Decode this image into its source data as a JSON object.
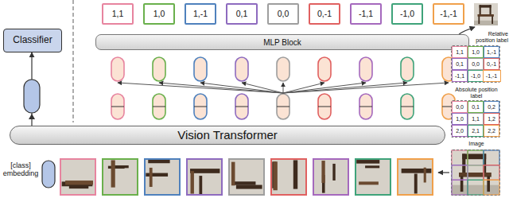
{
  "diagram": {
    "nodes": [
      {
        "text": [
          "Classifier"
        ]
      },
      {
        "text": [
          "1,1"
        ]
      },
      {
        "text": [
          "1,0"
        ]
      },
      {
        "text": [
          "1,-1"
        ]
      },
      {
        "text": [
          "0,1"
        ]
      },
      {
        "text": [
          "0,0"
        ]
      },
      {
        "text": [
          "0,-1"
        ]
      },
      {
        "text": [
          "-1,1"
        ]
      },
      {
        "text": [
          "-1,0"
        ]
      },
      {
        "text": [
          "-1,-1"
        ]
      },
      {
        "text": [
          "MLP Block"
        ]
      },
      {
        "text": [
          "Relative position label"
        ]
      },
      {
        "text": [
          "1,1"
        ],
        "in": 11
      },
      {
        "text": [
          "1,0"
        ],
        "in": 11
      },
      {
        "text": [
          "1,-1"
        ],
        "in": 11
      },
      {
        "text": [
          "0,1"
        ],
        "in": 11
      },
      {
        "text": [
          "0,0"
        ],
        "in": 11
      },
      {
        "text": [
          "0,-1"
        ],
        "in": 11
      },
      {
        "text": [
          "-1,1"
        ],
        "in": 11
      },
      {
        "text": [
          "-1,0"
        ],
        "in": 11
      },
      {
        "text": [
          "-1,-1"
        ],
        "in": 11
      },
      {
        "text": [
          "Vision Transformer"
        ]
      },
      {
        "text": [
          "Absolute position label"
        ]
      },
      {
        "text": [
          "0,0"
        ],
        "in": 22
      },
      {
        "text": [
          "0,1"
        ],
        "in": 22
      },
      {
        "text": [
          "0,2"
        ],
        "in": 22
      },
      {
        "text": [
          "1,0"
        ],
        "in": 22
      },
      {
        "text": [
          "1,1"
        ],
        "in": 22
      },
      {
        "text": [
          "1,2"
        ],
        "in": 22
      },
      {
        "text": [
          "2,0"
        ],
        "in": 22
      },
      {
        "text": [
          "2,1"
        ],
        "in": 22
      },
      {
        "text": [
          "2,2"
        ],
        "in": 22
      },
      {
        "text": [
          "Image"
        ]
      }
    ],
    "edges": [
      {
        "from": 21,
        "to": 0,
        "arrow": "to"
      }
    ],
    "labels": [
      "[class] embedding"
    ]
  }
}
